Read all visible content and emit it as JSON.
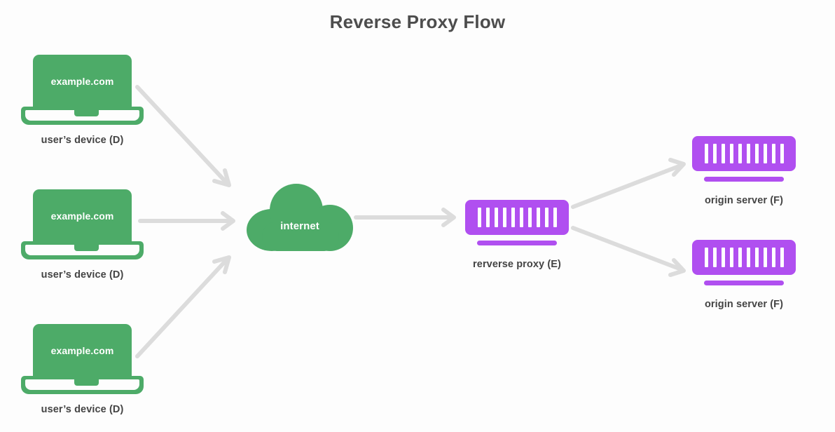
{
  "diagram": {
    "title": "Reverse Proxy Flow",
    "background_color": "#fdfdfd",
    "colors": {
      "client_green": "#4dab68",
      "server_purple": "#b04ff0",
      "arrow_gray": "#dcdcdc",
      "label_text": "#444444",
      "title_text": "#4d4d4d"
    }
  },
  "clients": [
    {
      "id": "client-top",
      "screen_text": "example.com",
      "label": "user’s device (D)"
    },
    {
      "id": "client-middle",
      "screen_text": "example.com",
      "label": "user’s device (D)"
    },
    {
      "id": "client-bottom",
      "screen_text": "example.com",
      "label": "user’s device (D)"
    }
  ],
  "internet": {
    "label": "internet"
  },
  "proxy": {
    "label": "rerverse proxy (E)",
    "bar_count": 10
  },
  "origins": [
    {
      "id": "origin-top",
      "label": "origin server (F)",
      "bar_count": 10
    },
    {
      "id": "origin-bottom",
      "label": "origin server (F)",
      "bar_count": 10
    }
  ],
  "arrows": [
    {
      "id": "arrow-client-top-to-internet",
      "from": "client-top",
      "to": "internet"
    },
    {
      "id": "arrow-client-middle-to-internet",
      "from": "client-middle",
      "to": "internet"
    },
    {
      "id": "arrow-client-bottom-to-internet",
      "from": "client-bottom",
      "to": "internet"
    },
    {
      "id": "arrow-internet-to-proxy",
      "from": "internet",
      "to": "proxy"
    },
    {
      "id": "arrow-proxy-to-origin-top",
      "from": "proxy",
      "to": "origin-top"
    },
    {
      "id": "arrow-proxy-to-origin-bottom",
      "from": "proxy",
      "to": "origin-bottom"
    }
  ]
}
